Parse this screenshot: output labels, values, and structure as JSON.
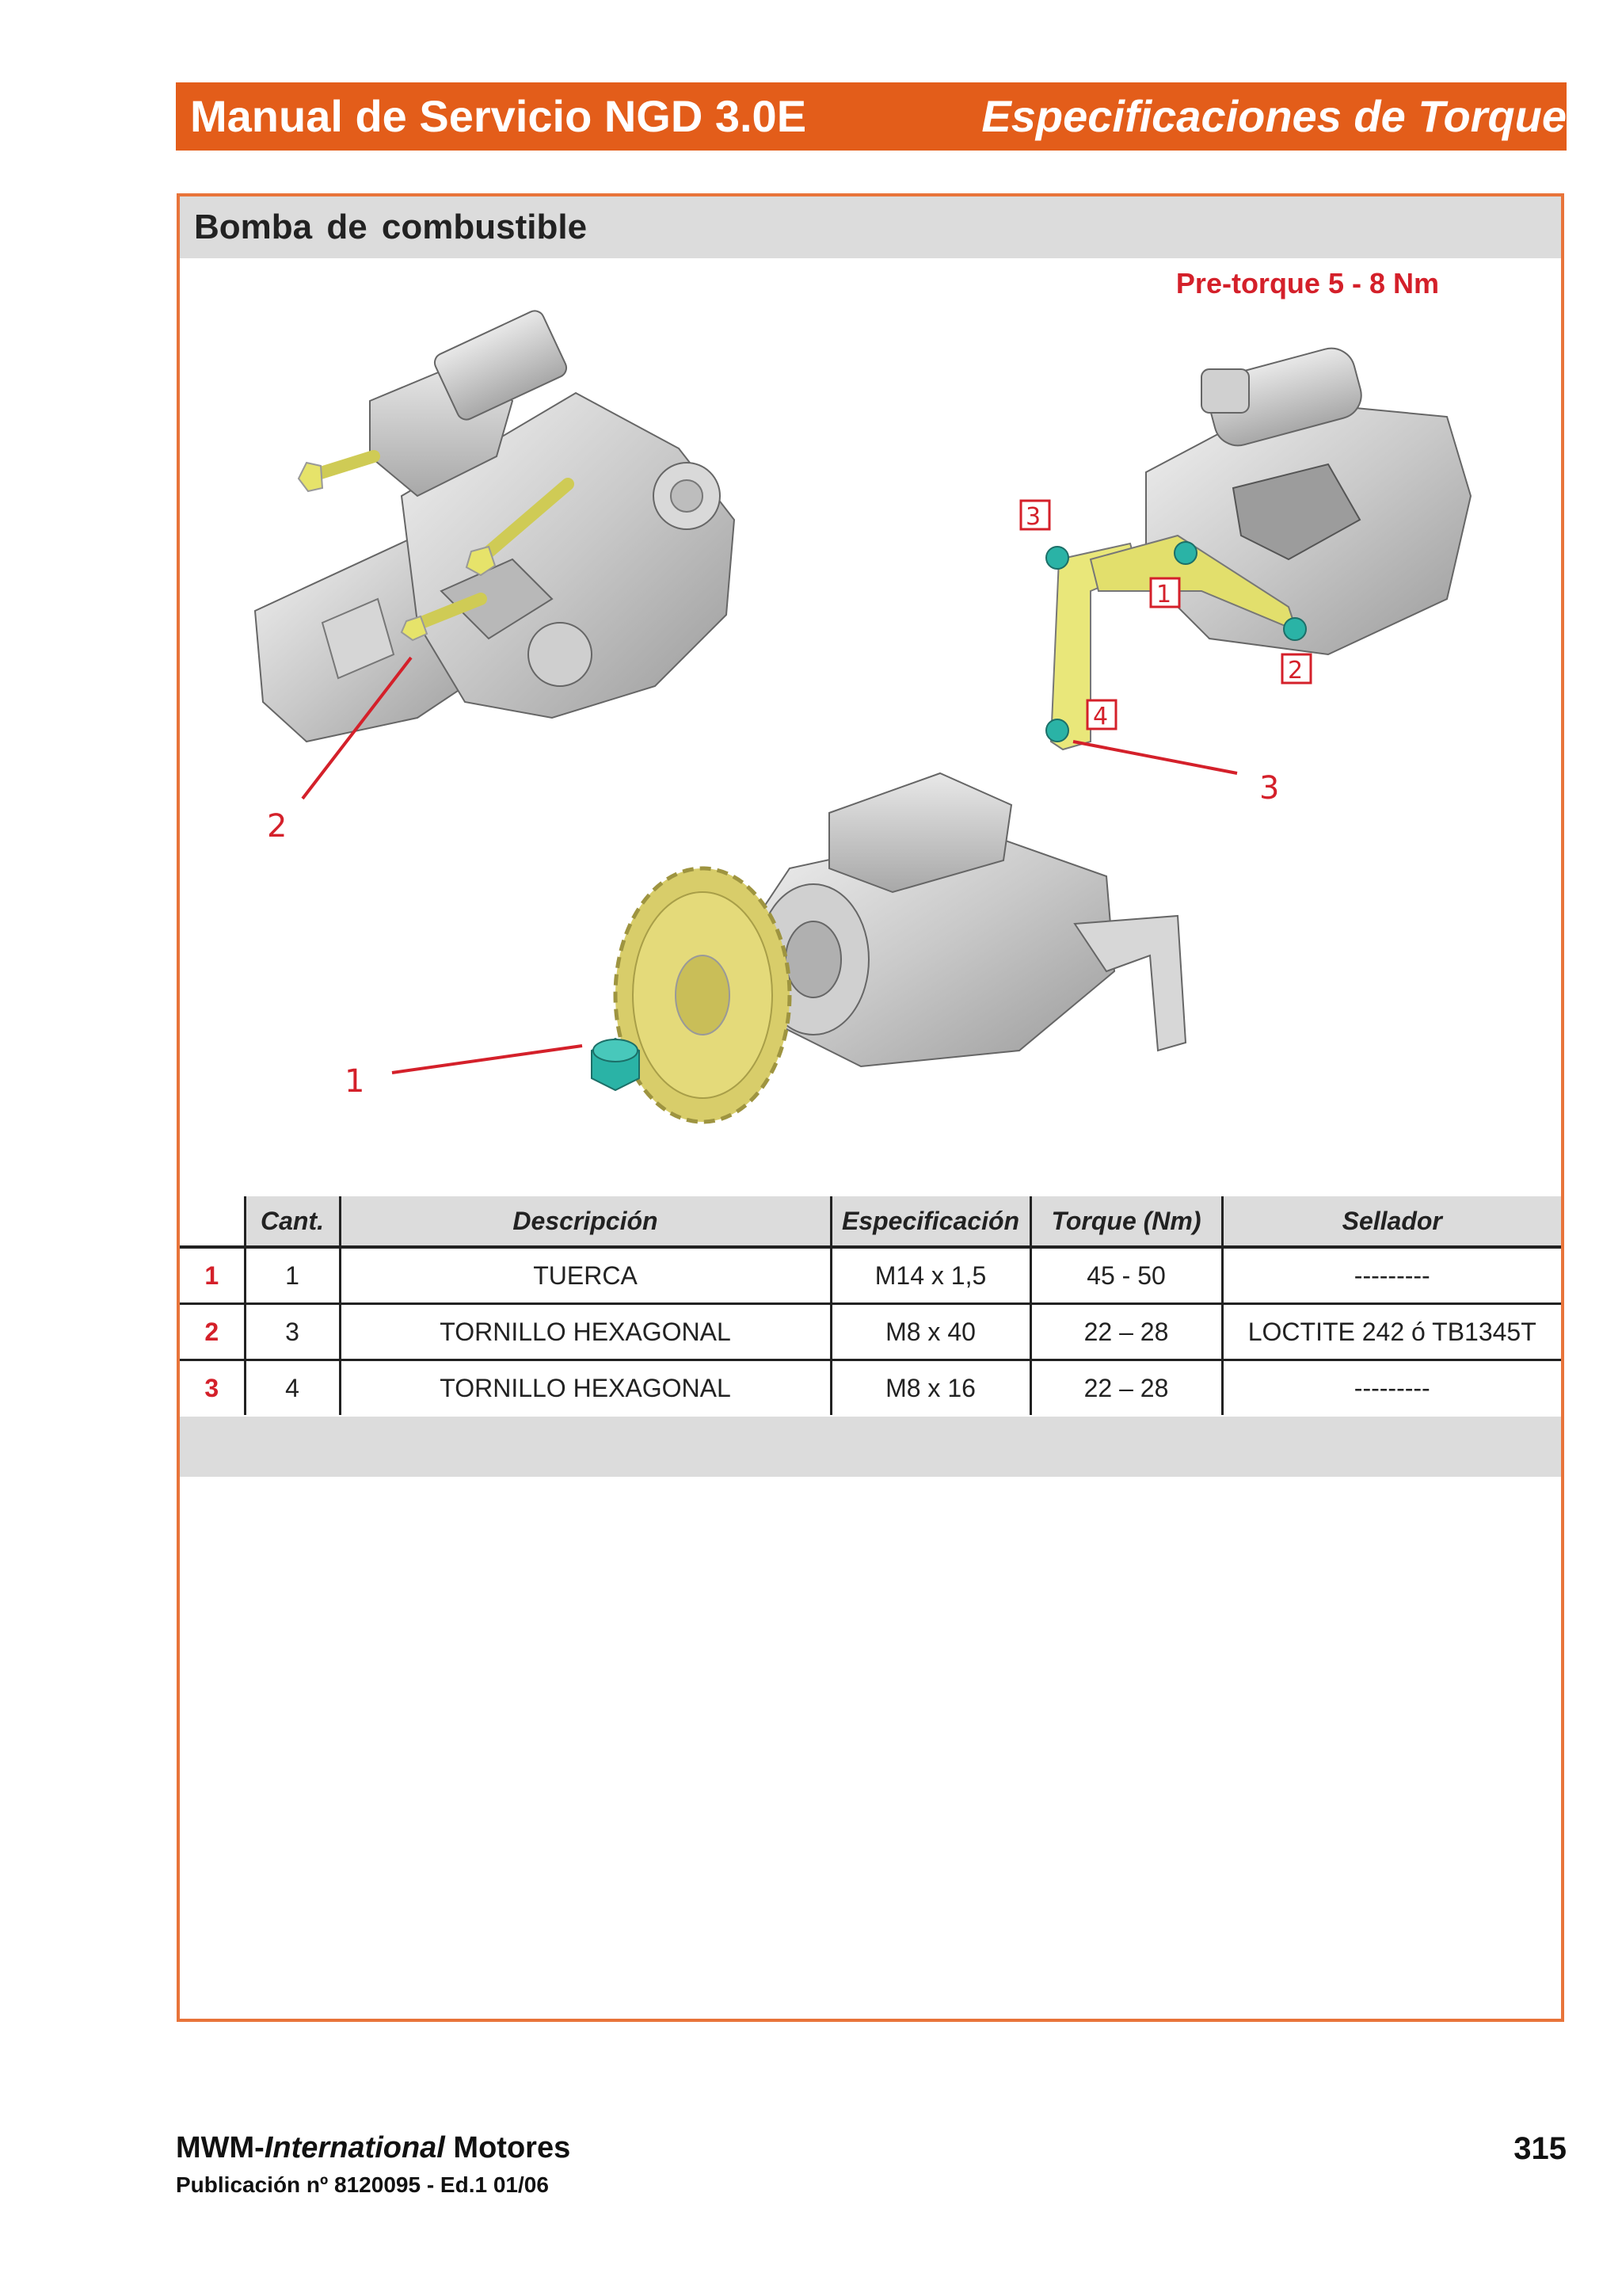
{
  "header": {
    "manual_title": "Manual de Servicio NGD 3.0E",
    "section_title": "Especificaciones de Torque"
  },
  "section": {
    "title": "Bomba de combustible"
  },
  "figure": {
    "pretorque_label": "Pre-torque 5 - 8 Nm",
    "callouts": {
      "top_left": "2",
      "bottom": "1",
      "right": "3",
      "box_3": "3",
      "box_1": "1",
      "box_2": "2",
      "box_4": "4"
    },
    "colors": {
      "callout_red": "#d4202a",
      "bolt_yellow": "#e6e36a",
      "nut_teal": "#2ab3a6",
      "bracket_yellow": "#e9e77a",
      "gear_yellow": "#d8cd6a"
    }
  },
  "table": {
    "headers": [
      "Cant.",
      "Descripción",
      "Especificación",
      "Torque (Nm)",
      "Sellador"
    ],
    "rows": [
      {
        "index": "1",
        "qty": "1",
        "description": "TUERCA",
        "spec": "M14 x 1,5",
        "torque": "45 - 50",
        "sealant": "---------"
      },
      {
        "index": "2",
        "qty": "3",
        "description": "TORNILLO HEXAGONAL",
        "spec": "M8 x 40",
        "torque": "22 – 28",
        "sealant": "LOCTITE 242 ó TB1345T"
      },
      {
        "index": "3",
        "qty": "4",
        "description": "TORNILLO HEXAGONAL",
        "spec": "M8 x 16",
        "torque": "22 – 28",
        "sealant": "---------"
      }
    ]
  },
  "footer": {
    "brand_prefix": "MWM-",
    "brand_italic": "International",
    "brand_suffix": " Motores",
    "publication": "Publicación nº 8120095 - Ed.1 01/06",
    "page_number": "315"
  },
  "colors": {
    "header_orange": "#e35d1a",
    "frame_orange": "#e8743a",
    "band_gray": "#dcdcdc"
  }
}
